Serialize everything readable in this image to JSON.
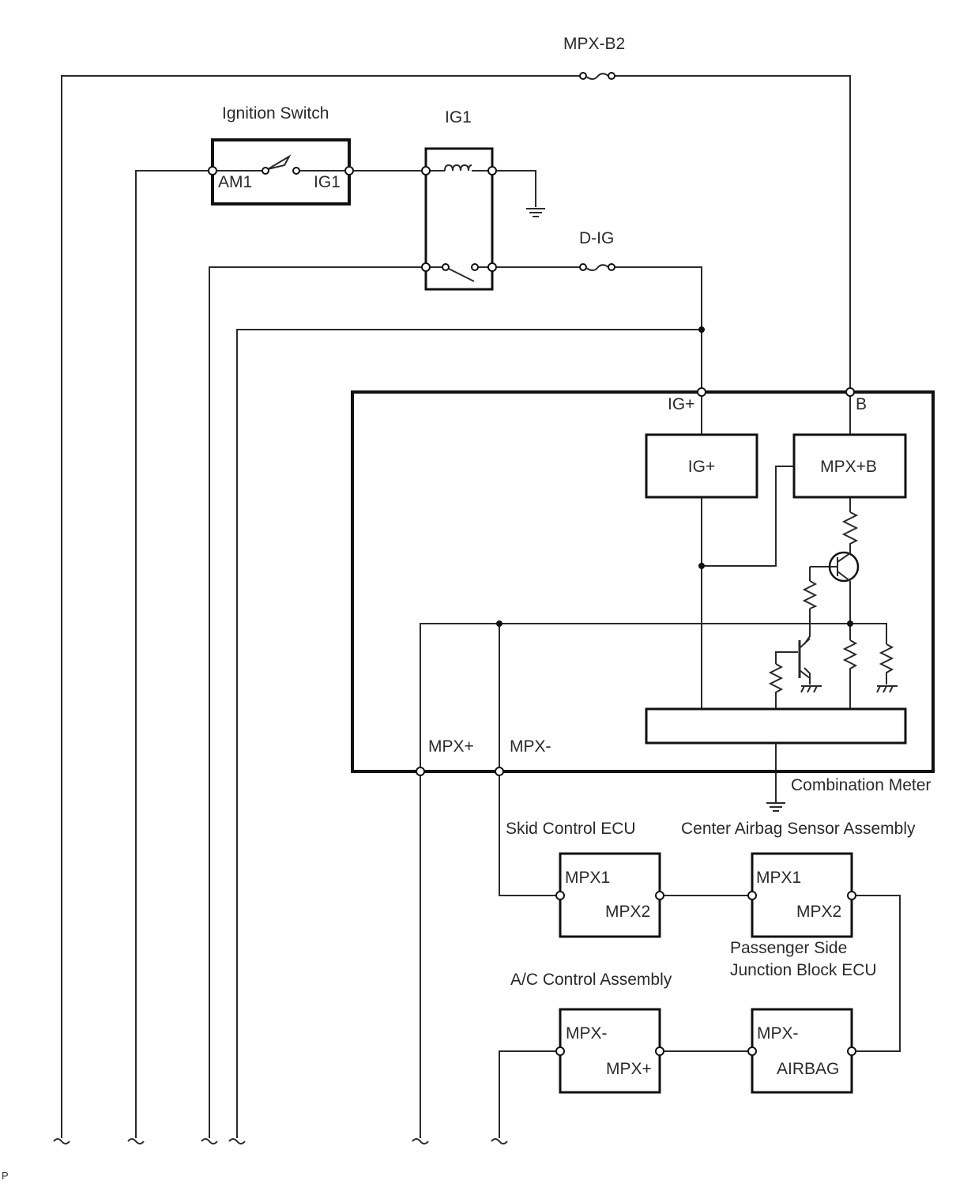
{
  "diagram": {
    "fuses": {
      "mpx_b2": "MPX-B2",
      "d_ig": "D-IG"
    },
    "ignition_switch": {
      "title": "Ignition Switch",
      "pin_left": "AM1",
      "pin_right": "IG1"
    },
    "relay": {
      "title": "IG1"
    },
    "combination_meter": {
      "title": "Combination Meter",
      "pin_ig": "IG+",
      "pin_b": "B",
      "block_ig": "IG+",
      "block_mpxb": "MPX+B",
      "pin_mpx_plus": "MPX+",
      "pin_mpx_minus": "MPX-"
    },
    "skid_control_ecu": {
      "title": "Skid Control ECU",
      "pin_1": "MPX1",
      "pin_2": "MPX2"
    },
    "center_airbag": {
      "title": "Center Airbag Sensor Assembly",
      "pin_1": "MPX1",
      "pin_2": "MPX2"
    },
    "passenger_jb": {
      "title_line1": "Passenger Side",
      "title_line2": "Junction Block ECU",
      "pin_1": "MPX-",
      "pin_2": "AIRBAG"
    },
    "ac_control": {
      "title": "A/C Control Assembly",
      "pin_1": "MPX-",
      "pin_2": "MPX+"
    },
    "footer_mark": "P"
  }
}
